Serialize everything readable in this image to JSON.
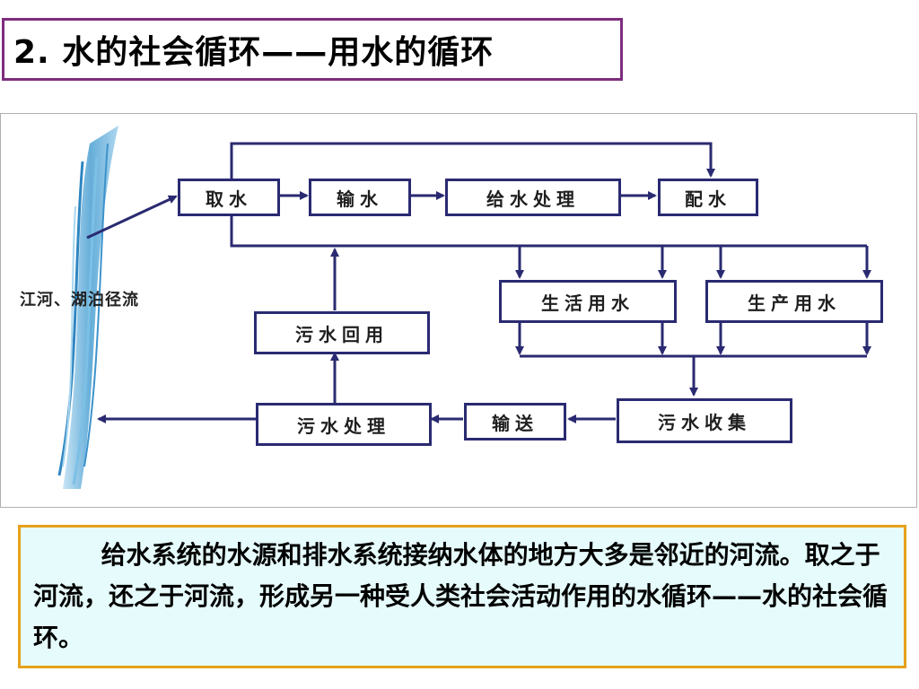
{
  "title": "2. 水的社会循环——用水的循环",
  "diagram": {
    "source_label": "江河、湖泊径流",
    "nodes": {
      "intake": "取水",
      "transport": "输水",
      "supply_treatment": "给水处理",
      "distribution": "配水",
      "domestic_use": "生活用水",
      "industrial_use": "生产用水",
      "sewage_reuse": "污水回用",
      "sewage_treatment": "污水处理",
      "conveyance": "输送",
      "sewage_collection": "污水收集"
    }
  },
  "note": {
    "text": "给水系统的水源和排水系统接纳水体的地方大多是邻近的河流。取之于河流，还之于河流，形成另一种受人类社会活动作用的水循环——水的社会循环。"
  },
  "colors": {
    "title_border": "#7d2d7d",
    "node_border": "#2a2a72",
    "arrow": "#2a2a72",
    "note_border": "#e6a11a",
    "note_background": "#e6fbfb",
    "river": "#5aa9d6"
  }
}
